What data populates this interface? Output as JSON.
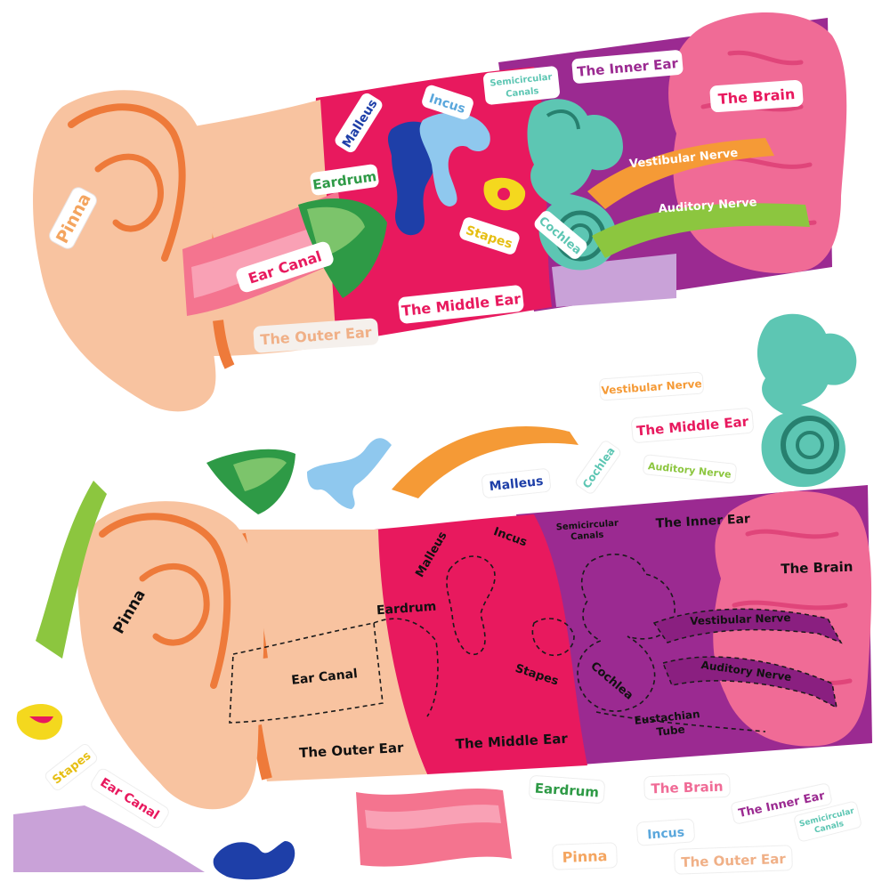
{
  "completed_model": {
    "pinna": "Pinna",
    "ear_canal": "Ear Canal",
    "outer_ear": "The Outer Ear",
    "eardrum": "Eardrum",
    "malleus": "Malleus",
    "incus": "Incus",
    "stapes": "Stapes",
    "middle_ear": "The Middle Ear",
    "semicircular_canals_1": "Semicircular",
    "semicircular_canals_2": "Canals",
    "inner_ear": "The Inner Ear",
    "brain": "The Brain",
    "vestibular_nerve": "Vestibular Nerve",
    "auditory_nerve": "Auditory Nerve",
    "cochlea": "Cochlea"
  },
  "base_model": {
    "pinna": "Pinna",
    "ear_canal": "Ear Canal",
    "outer_ear": "The Outer Ear",
    "eardrum": "Eardrum",
    "malleus": "Malleus",
    "incus": "Incus",
    "stapes": "Stapes",
    "middle_ear": "The Middle Ear",
    "semicircular_canals_1": "Semicircular",
    "semicircular_canals_2": "Canals",
    "inner_ear": "The Inner Ear",
    "brain": "The Brain",
    "vestibular_nerve": "Vestibular Nerve",
    "auditory_nerve": "Auditory Nerve",
    "cochlea": "Cochlea",
    "eustachian_tube_1": "Eustachian",
    "eustachian_tube_2": "Tube"
  },
  "loose_stickers": {
    "vestibular_nerve": "Vestibular Nerve",
    "middle_ear": "The Middle Ear",
    "cochlea": "Cochlea",
    "auditory_nerve": "Auditory Nerve",
    "malleus": "Malleus",
    "stapes": "Stapes",
    "ear_canal": "Ear Canal",
    "eardrum": "Eardrum",
    "brain": "The Brain",
    "inner_ear": "The Inner Ear",
    "semicircular_canals_1": "Semicircular",
    "semicircular_canals_2": "Canals",
    "incus": "Incus",
    "pinna": "Pinna",
    "outer_ear": "The Outer Ear"
  },
  "colors": {
    "skin": "#f8c3a0",
    "orange_line": "#ee7a3a",
    "middle_pink": "#e8195e",
    "inner_purple": "#9b2a91",
    "brain_pink": "#f06b96",
    "teal": "#5dc6b3",
    "malleus_blue": "#1e3fa8",
    "incus_lightblue": "#8fc8ee",
    "eardrum_green": "#2e9a46",
    "lime": "#8cc63f",
    "stapes_yellow": "#f4d81e"
  }
}
